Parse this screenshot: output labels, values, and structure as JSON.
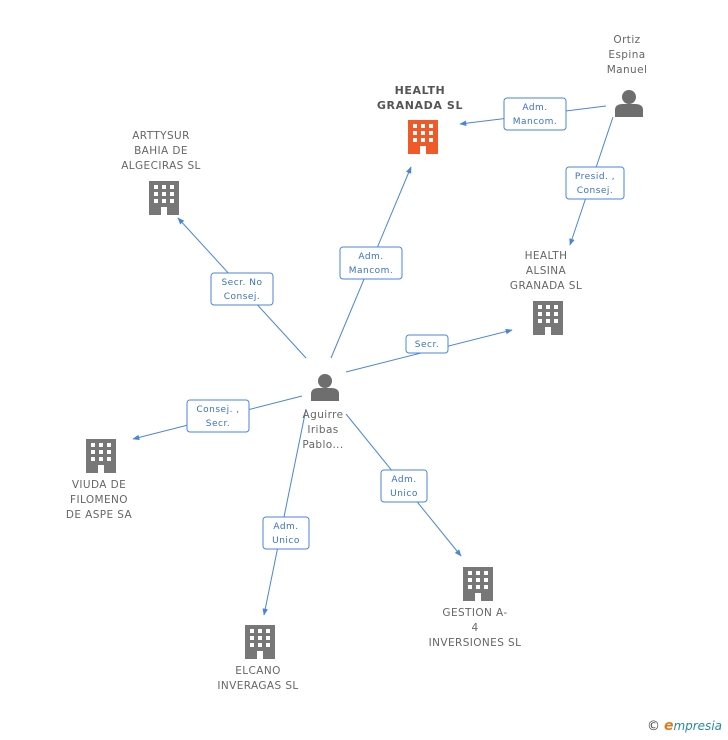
{
  "colors": {
    "edge": "#4a86d8",
    "company": "#777777",
    "highlight": "#f05a28",
    "person": "#6e6e6e"
  },
  "nodes": {
    "health_granada": {
      "lines": [
        "HEALTH",
        "GRANADA SL"
      ],
      "icon": "building-icon",
      "highlight": true
    },
    "arttysur": {
      "lines": [
        "ARTTYSUR",
        "BAHIA DE",
        "ALGECIRAS SL"
      ],
      "icon": "building-icon"
    },
    "health_alsina": {
      "lines": [
        "HEALTH",
        "ALSINA",
        "GRANADA SL"
      ],
      "icon": "building-icon"
    },
    "viuda": {
      "lines": [
        "VIUDA DE",
        "FILOMENO",
        "DE ASPE SA"
      ],
      "icon": "building-icon"
    },
    "elcano": {
      "lines": [
        "ELCANO",
        "INVERAGAS SL"
      ],
      "icon": "building-icon"
    },
    "gestion": {
      "lines": [
        "GESTION A-",
        "4",
        "INVERSIONES SL"
      ],
      "icon": "building-icon"
    },
    "ortiz": {
      "lines": [
        "Ortiz",
        "Espina",
        "Manuel"
      ],
      "icon": "person-icon"
    },
    "aguirre": {
      "lines": [
        "Aguirre",
        "Iribas",
        "Pablo..."
      ],
      "icon": "person-icon"
    }
  },
  "edges": [
    {
      "id": "ortiz-health-granada",
      "lines": [
        "Adm.",
        "Mancom."
      ]
    },
    {
      "id": "ortiz-health-alsina",
      "lines": [
        "Presid. ,",
        "Consej."
      ]
    },
    {
      "id": "aguirre-health-granada",
      "lines": [
        "Adm.",
        "Mancom."
      ]
    },
    {
      "id": "aguirre-arttysur",
      "lines": [
        "Secr. No",
        "Consej."
      ]
    },
    {
      "id": "aguirre-health-alsina",
      "lines": [
        "Secr."
      ]
    },
    {
      "id": "aguirre-viuda",
      "lines": [
        "Consej. ,",
        "Secr."
      ]
    },
    {
      "id": "aguirre-elcano",
      "lines": [
        "Adm.",
        "Unico"
      ]
    },
    {
      "id": "aguirre-gestion",
      "lines": [
        "Adm.",
        "Unico"
      ]
    }
  ],
  "footer": {
    "copyright": "©",
    "brand_initial": "e",
    "brand_rest": "mpresia"
  }
}
